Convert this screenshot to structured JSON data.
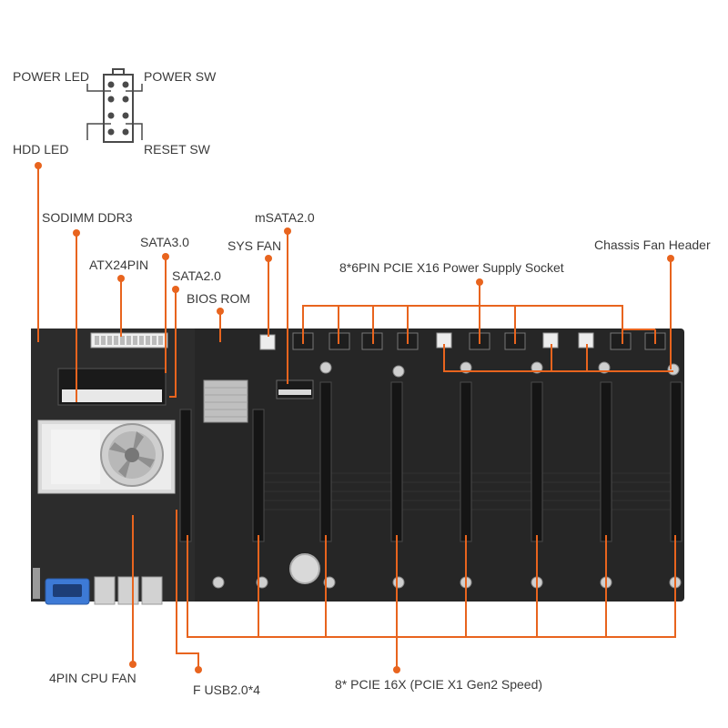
{
  "labels": {
    "power_led": "POWER LED",
    "power_sw": "POWER SW",
    "hdd_led": "HDD  LED",
    "reset_sw": "RESET SW",
    "sodimm": "SODIMM DDR3",
    "msata": "mSATA2.0",
    "sata3": "SATA3.0",
    "sys_fan": "SYS FAN",
    "chassis_fan": "Chassis Fan Header",
    "atx24": "ATX24PIN",
    "sata2": "SATA2.0",
    "pcie_power": "8*6PIN PCIE X16 Power Supply Socket",
    "bios": "BIOS ROM",
    "cpu_fan": "4PIN CPU FAN",
    "usb": "F USB2.0*4",
    "pcie_slots": "8* PCIE 16X (PCIE X1 Gen2 Speed)"
  },
  "colors": {
    "leader": "#e8641e",
    "board": "#262626",
    "label_text": "#3a3a3a"
  }
}
